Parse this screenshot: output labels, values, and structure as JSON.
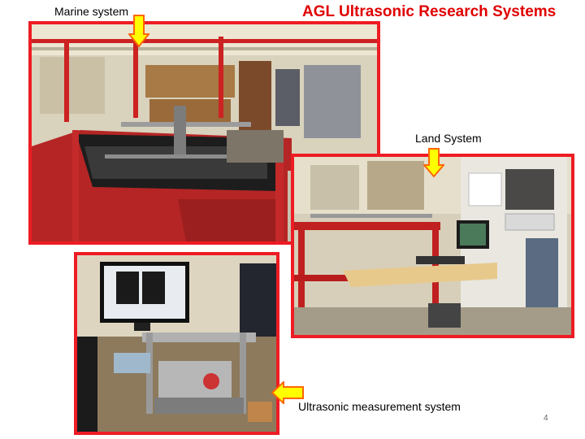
{
  "title": "AGL Ultrasonic Research Systems",
  "labels": {
    "marine": "Marine system",
    "land": "Land System",
    "ultrasonic": "Ultrasonic measurement system"
  },
  "page_number": "4",
  "colors": {
    "title": "#e00000",
    "frame": "#ee1c24",
    "arrow_fill": "#ffff00",
    "arrow_stroke": "#ff6600"
  },
  "icons": {
    "marine_arrow": "arrow-down-icon",
    "land_arrow": "arrow-down-icon",
    "ultrasonic_arrow": "arrow-left-icon"
  }
}
